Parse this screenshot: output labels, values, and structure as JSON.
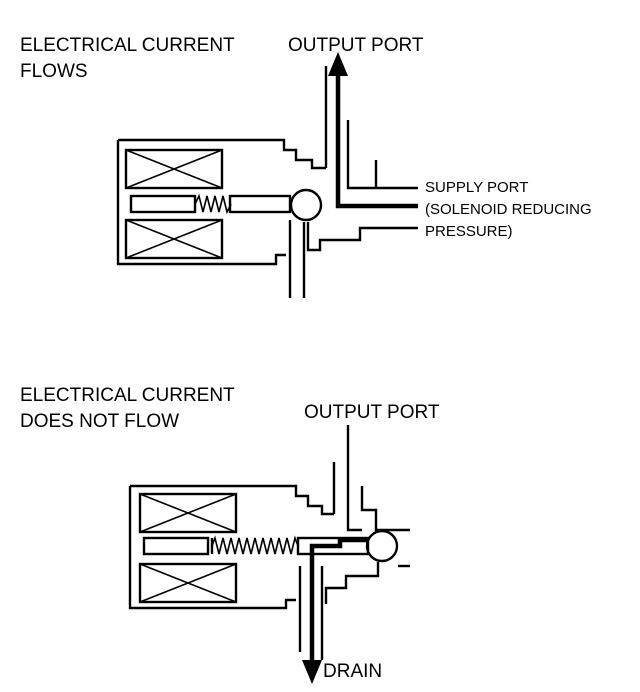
{
  "top": {
    "state_label_line1": "ELECTRICAL CURRENT",
    "state_label_line2": "FLOWS",
    "output_port": "OUTPUT PORT",
    "supply_line1": "SUPPLY PORT",
    "supply_line2": "(SOLENOID REDUCING",
    "supply_line3": "PRESSURE)"
  },
  "bottom": {
    "state_label_line1": "ELECTRICAL CURRENT",
    "state_label_line2": "DOES NOT FLOW",
    "output_port": "OUTPUT PORT",
    "drain": "DRAIN"
  },
  "colors": {
    "line": "#000000",
    "background": "#ffffff"
  }
}
